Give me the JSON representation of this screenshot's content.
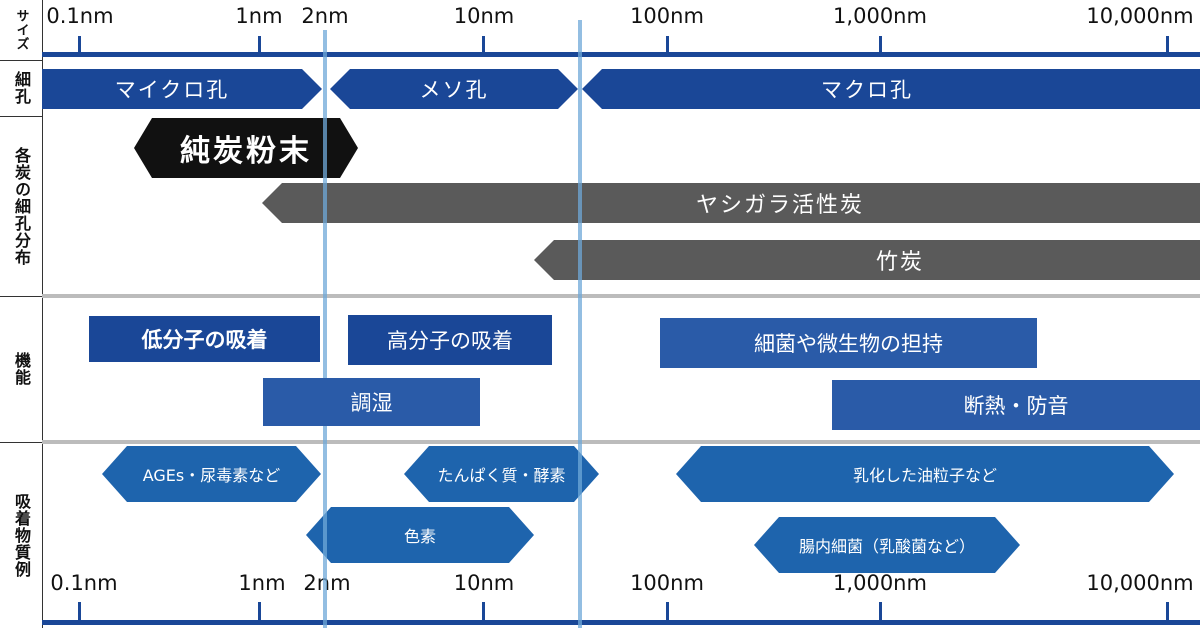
{
  "axis": {
    "ticks": [
      "0.1nm",
      "1nm",
      "2nm",
      "10nm",
      "100nm",
      "1,000nm",
      "10,000nm"
    ]
  },
  "rows": {
    "size": "サイズ",
    "pores": "細孔",
    "distribution": "各炭の細孔分布",
    "function": "機能",
    "adsorbates": "吸着物質例"
  },
  "pore_types": {
    "micro": "マイクロ孔",
    "meso": "メソ孔",
    "macro": "マクロ孔"
  },
  "carbons": {
    "pure": "純炭粉末",
    "coconut": "ヤシガラ活性炭",
    "bamboo": "竹炭"
  },
  "functions": {
    "low_mw": "低分子の吸着",
    "high_mw": "高分子の吸着",
    "bacteria": "細菌や微生物の担持",
    "humidity": "調湿",
    "insulation": "断熱・防音"
  },
  "adsorbates": {
    "ages": "AGEs・尿毒素など",
    "protein": "たんぱく質・酵素",
    "oil": "乳化した油粒子など",
    "pigment": "色素",
    "gut": "腸内細菌（乳酸菌など）"
  },
  "colors": {
    "dark_blue": "#1a4797",
    "mid_blue": "#2a5ba8",
    "arrow_blue": "#1e64ad",
    "gray_arrow": "#5a5a5a",
    "black": "#111111",
    "guide_line": "#6fa8d8",
    "divider": "#bcbcbc"
  }
}
